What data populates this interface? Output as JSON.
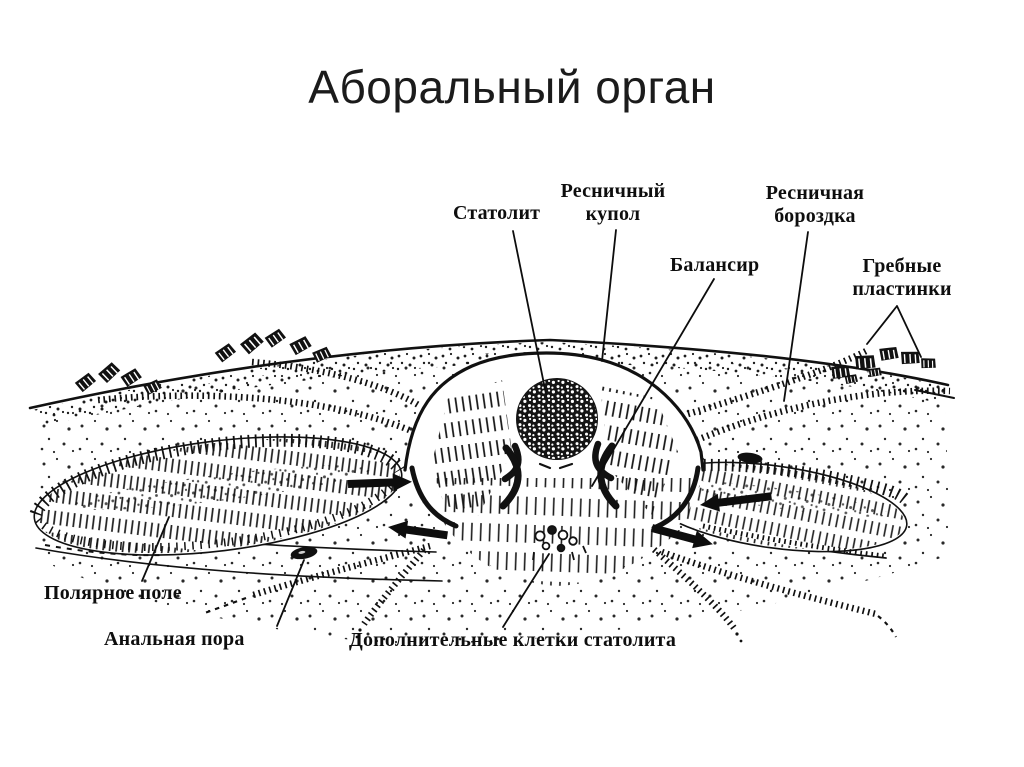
{
  "title": "Аборальный орган",
  "labels": {
    "statolith": "Статолит",
    "ciliary_dome": [
      "Ресничный",
      "купол"
    ],
    "ciliary_groove": [
      "Ресничная",
      "бороздка"
    ],
    "balancer": "Балансир",
    "comb_plates": [
      "Гребные",
      "пластинки"
    ],
    "polar_field": "Полярное поле",
    "anal_pore": "Анальная пора",
    "accessory_cells": "Дополнительные клетки статолита"
  },
  "colors": {
    "ink": "#111111",
    "background": "#ffffff"
  }
}
